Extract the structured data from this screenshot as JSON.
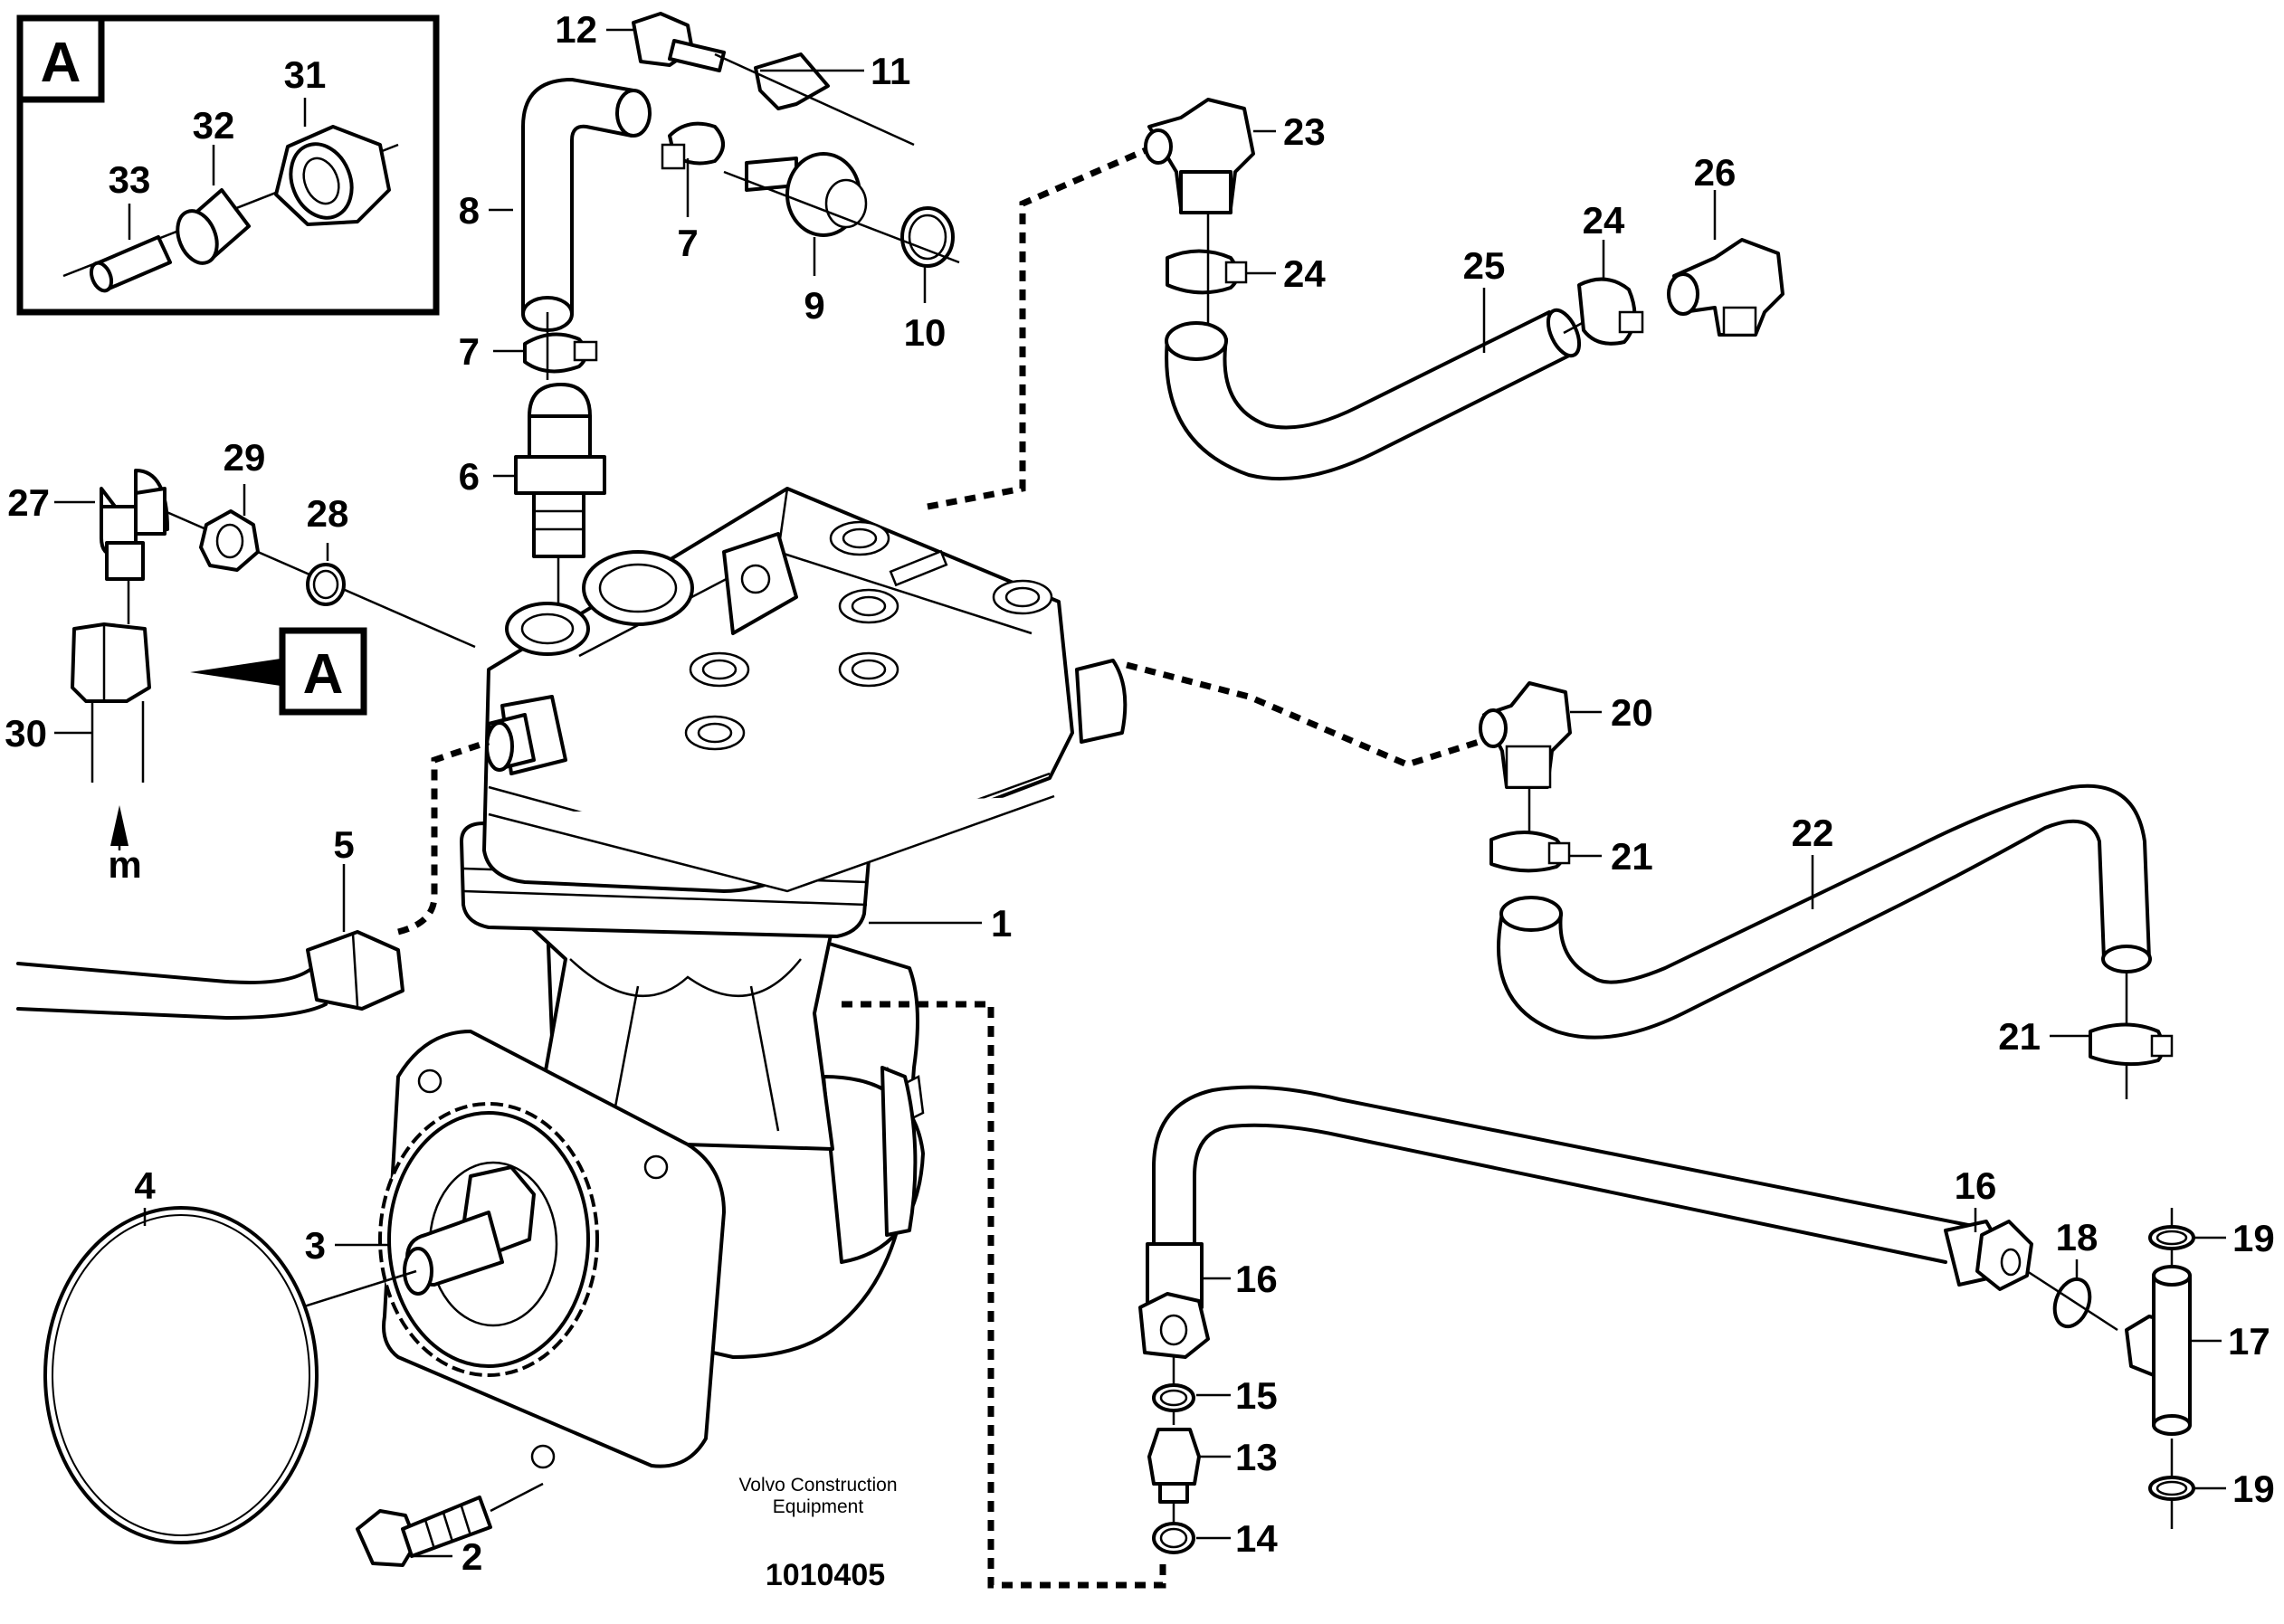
{
  "inset": {
    "letter": "A"
  },
  "view_marker": {
    "letter": "A"
  },
  "direction_marker": {
    "letter": "m"
  },
  "credit": {
    "line1": "Volvo Construction",
    "line2": "Equipment"
  },
  "drawing_number": "1010405",
  "callouts": {
    "c1": "1",
    "c2": "2",
    "c3": "3",
    "c4": "4",
    "c5": "5",
    "c6": "6",
    "c7a": "7",
    "c7b": "7",
    "c8": "8",
    "c9": "9",
    "c10": "10",
    "c11": "11",
    "c12": "12",
    "c13": "13",
    "c14": "14",
    "c15": "15",
    "c16a": "16",
    "c16b": "16",
    "c17": "17",
    "c18": "18",
    "c19a": "19",
    "c19b": "19",
    "c20": "20",
    "c21a": "21",
    "c21b": "21",
    "c22": "22",
    "c23": "23",
    "c24a": "24",
    "c24b": "24",
    "c25": "25",
    "c26": "26",
    "c27": "27",
    "c28": "28",
    "c29": "29",
    "c30": "30",
    "c31": "31",
    "c32": "32",
    "c33": "33"
  }
}
